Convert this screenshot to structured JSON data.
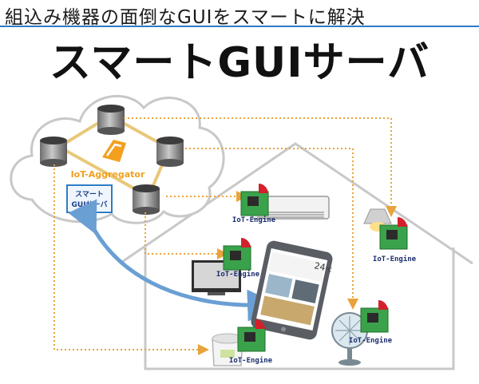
{
  "header": {
    "subtitle": "組込み機器の面倒なGUIをスマートに解決",
    "title": "スマートGUIサーバ"
  },
  "cloud": {
    "aggregator_label": "IoT-Aggregator",
    "server_box": [
      "スマート",
      "GUIサーバ"
    ]
  },
  "devices": {
    "engine_label": "IoT-Engine"
  },
  "phone": {
    "temp": "24",
    "unit": "°C"
  },
  "colors": {
    "accent_blue": "#2a7cc7",
    "dotted_orange": "#e8a33a",
    "arrow_blue": "#6a9fd4",
    "board_green": "#3aa24a",
    "house_gray": "#c8c8c8"
  }
}
